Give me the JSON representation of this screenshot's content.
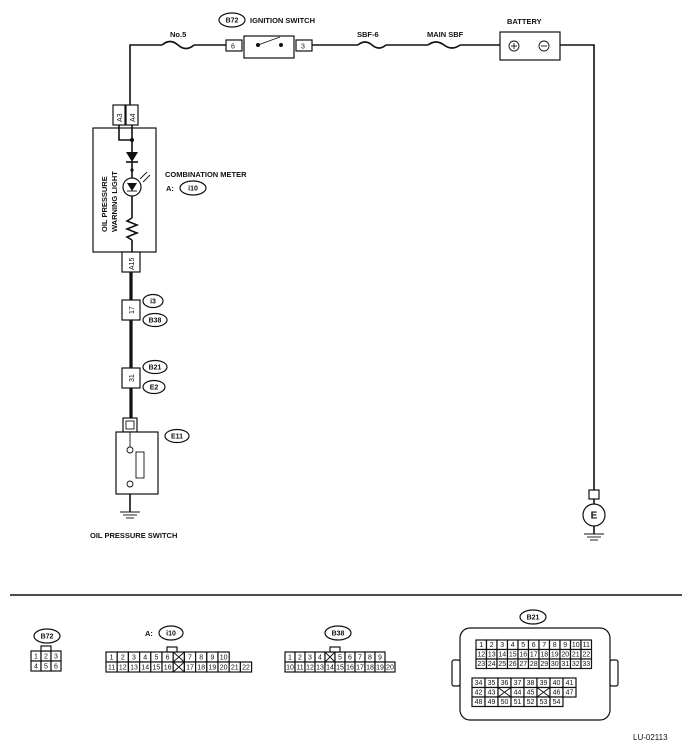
{
  "labels": {
    "fuse_no5": "No.5",
    "ignition_switch": "IGNITION SWITCH",
    "sbf6": "SBF-6",
    "main_sbf": "MAIN SBF",
    "battery": "BATTERY",
    "combination_meter": "COMBINATION METER",
    "meter_prefix": "A:",
    "oil_light_line1": "OIL PRESSURE",
    "oil_light_line2": "WARNING LIGHT",
    "oil_pressure_switch": "OIL PRESSURE SWITCH",
    "ground_e": "E",
    "figure_id": "LU-02113",
    "plus": "+",
    "minus": "−"
  },
  "tags": {
    "b72": "B72",
    "i10": "i10",
    "i3": "i3",
    "b38": "B38",
    "b21": "B21",
    "e2": "E2",
    "e11": "E11"
  },
  "pins": {
    "ign_6": "6",
    "ign_3": "3",
    "a3": "A3",
    "a4": "A4",
    "a15": "A15",
    "p17": "17",
    "p31": "31"
  },
  "connectors": {
    "b72": {
      "tag": "B72",
      "rows": [
        [
          "1",
          "2",
          "3"
        ],
        [
          "4",
          "5",
          "6"
        ]
      ]
    },
    "i10": {
      "prefix": "A:",
      "tag": "i10",
      "rows": [
        [
          "1",
          "2",
          "3",
          "4",
          "5",
          "6",
          "",
          "7",
          "8",
          "9",
          "10"
        ],
        [
          "11",
          "12",
          "13",
          "14",
          "15",
          "16",
          "",
          "17",
          "18",
          "19",
          "20",
          "21",
          "22"
        ]
      ]
    },
    "b38": {
      "tag": "B38",
      "rows": [
        [
          "1",
          "2",
          "3",
          "4",
          "",
          "5",
          "6",
          "7",
          "8",
          "9"
        ],
        [
          "10",
          "11",
          "12",
          "13",
          "14",
          "15",
          "16",
          "17",
          "18",
          "19",
          "20"
        ]
      ]
    },
    "b21": {
      "tag": "B21",
      "rows_top": [
        [
          "1",
          "2",
          "3",
          "4",
          "5",
          "6",
          "7",
          "8",
          "9",
          "10",
          "11"
        ],
        [
          "12",
          "13",
          "14",
          "15",
          "16",
          "17",
          "18",
          "19",
          "20",
          "21",
          "22"
        ],
        [
          "23",
          "24",
          "25",
          "26",
          "27",
          "28",
          "29",
          "30",
          "31",
          "32",
          "33"
        ]
      ],
      "rows_bottom": [
        [
          "34",
          "35",
          "36",
          "37",
          "38",
          "39",
          "40",
          "41"
        ],
        [
          "42",
          "43",
          "",
          "44",
          "45",
          "",
          "46",
          "47"
        ],
        [
          "48",
          "49",
          "50",
          "51",
          "52",
          "53",
          "54"
        ]
      ]
    }
  }
}
